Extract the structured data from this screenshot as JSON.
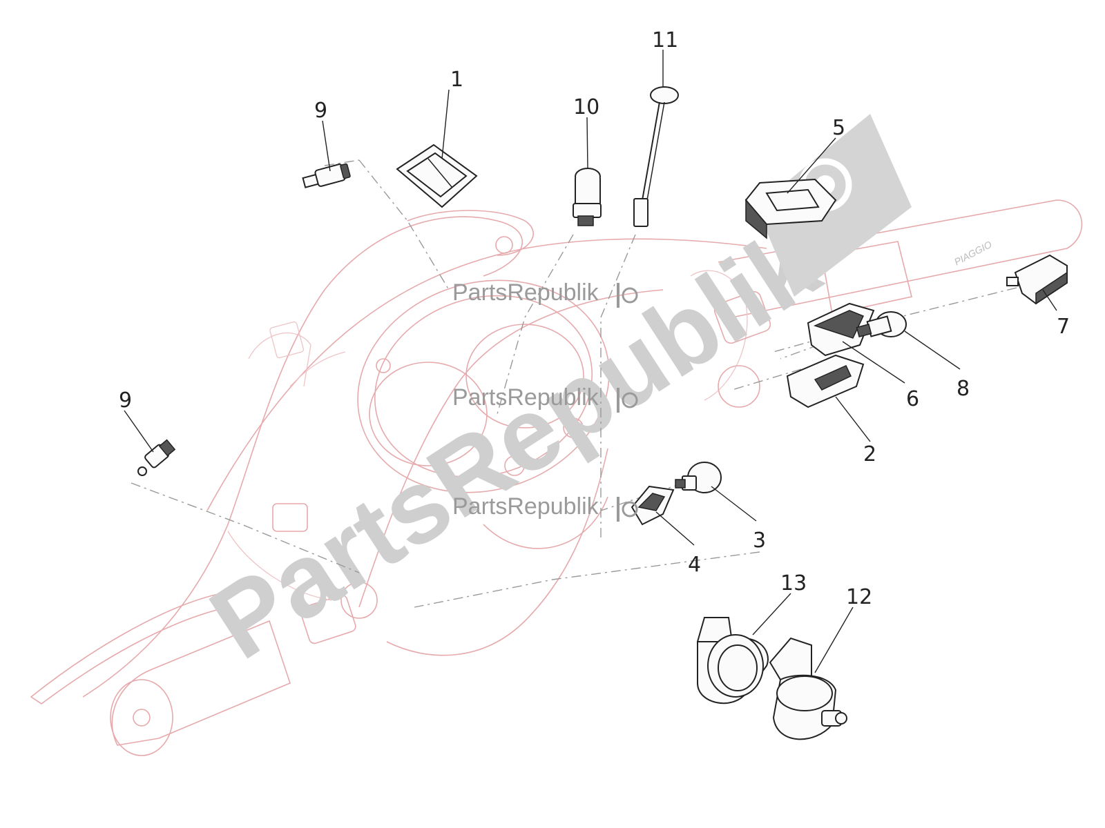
{
  "diagram": {
    "callouts": [
      "1",
      "2",
      "3",
      "4",
      "5",
      "6",
      "7",
      "8",
      "9",
      "9",
      "10",
      "11",
      "12",
      "13"
    ],
    "handlebar_brand": "PIAGGIO"
  },
  "watermark": {
    "big_text": "PartsRepublik",
    "small_text": "PartsRepublik"
  },
  "icons": {
    "watermark_logo": "gear-flag-icon"
  }
}
